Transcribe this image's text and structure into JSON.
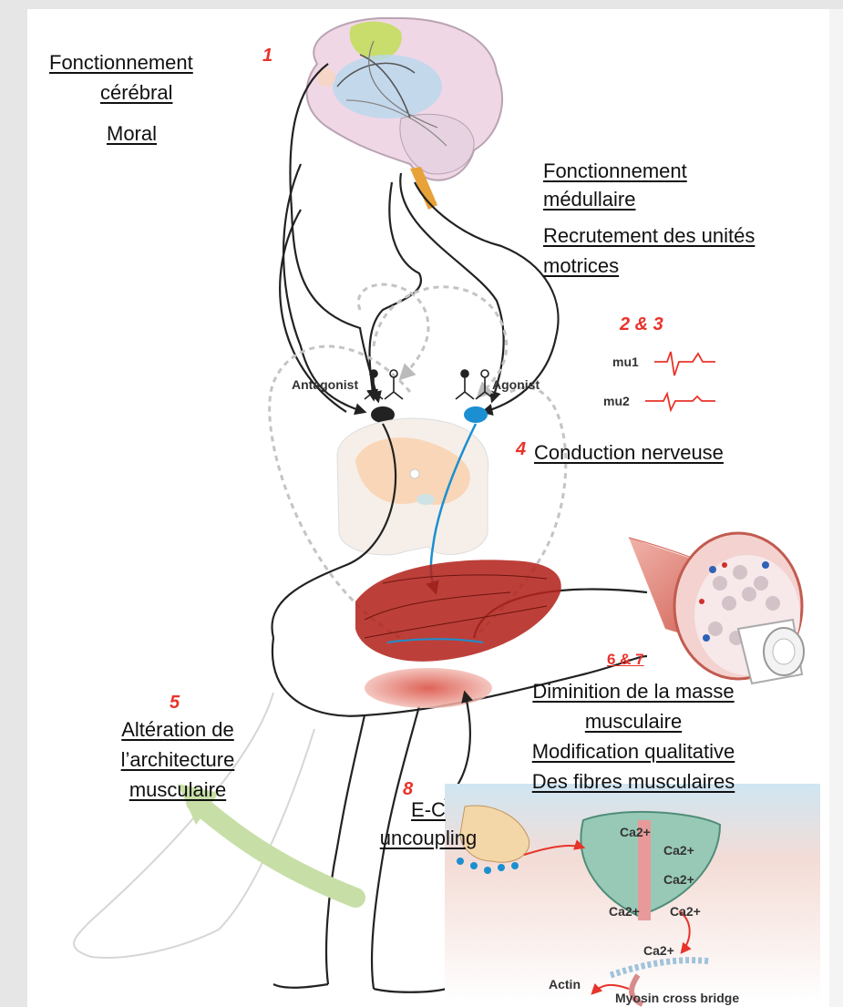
{
  "labels": {
    "brain_line1": "Fonctionnement",
    "brain_line2": "cérébral",
    "moral": "Moral",
    "spinal_line1": "Fonctionnement",
    "spinal_line2": "médullaire",
    "recruit_line1": "Recrutement des unités",
    "recruit_line2": "motrices",
    "conduction": "Conduction nerveuse",
    "mass_line1": "Diminition de la masse",
    "mass_line2": "musculaire",
    "qual_line1": "Modification qualitative",
    "qual_line2": "Des fibres musculaires",
    "arch_line1": "Altération de",
    "arch_line2": "l’architecture",
    "arch_line3": "musculaire",
    "ec_line1": "E-C",
    "ec_line2": "uncoupling"
  },
  "numbers": {
    "n1": "1",
    "n23": "2 & 3",
    "n4": "4",
    "n5": "5",
    "n67": "6 & 7",
    "n8": "8"
  },
  "figure": {
    "antagonist": "Antagonist",
    "agonist": "Agonist",
    "mu1": "mu1",
    "mu2": "mu2",
    "ca1": "Ca2+",
    "ca2": "Ca2+",
    "ca3": "Ca2+",
    "ca4": "Ca2+",
    "ca5": "Ca2+",
    "ca6": "Ca2+",
    "actin": "Actin",
    "myosin": "Myosin cross bridge"
  },
  "colors": {
    "accent_red": "#e8332a",
    "nerve_blue": "#1b8fd1",
    "muscle_red": "#b3261e"
  }
}
